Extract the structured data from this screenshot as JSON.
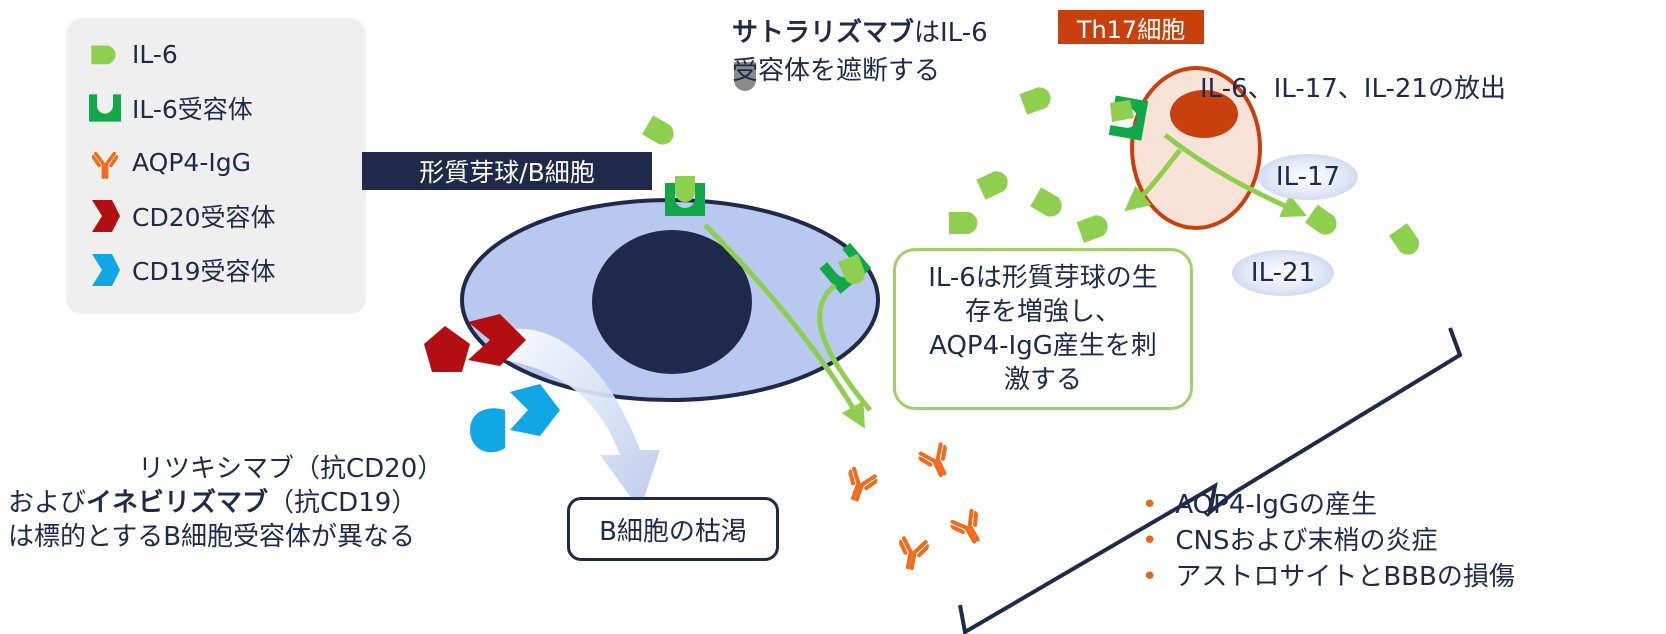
{
  "legend": {
    "il6": "IL-6",
    "il6_receptor": "IL-6受容体",
    "aqp4_igg": "AQP4-IgG",
    "cd20_receptor": "CD20受容体",
    "cd19_receptor": "CD19受容体"
  },
  "labels": {
    "plasma_b_cell": "形質芽球/B細胞",
    "th17_cell": "Th17細胞",
    "satralizumab_bold": "サトラリズマブ",
    "satralizumab_rest_1": "はIL-6",
    "satralizumab_line_2": "受容体を遮断する",
    "release": "IL-6、IL-17、IL-21の放出",
    "il17": "IL-17",
    "il21": "IL-21",
    "il6_effect": [
      "IL-6は形質芽球の生",
      "存を増強し、",
      "AQP4-IgG産生を刺",
      "激する"
    ],
    "b_cell_depletion": "B細胞の枯渇",
    "rituximab_line_1": "リツキシマブ（抗CD20）",
    "rituximab_line_2_pre": "および",
    "rituximab_line_2_bold": "イネビリズマブ",
    "rituximab_line_2_post": "（抗CD19）",
    "rituximab_line_3": "は標的とするB細胞受容体が異なる",
    "outcomes": [
      "AQP4-IgGの産生",
      "CNSおよび末梢の炎症",
      "アストロサイトとBBBの損傷"
    ]
  },
  "icons": {
    "il6": "il6-bean-icon",
    "il6_receptor": "il6-receptor-cup-icon",
    "aqp4_igg": "antibody-y-icon",
    "cd20": "cd20-notch-icon",
    "cd19": "cd19-notch-icon",
    "satralizumab": "satralizumab-shield-icon"
  },
  "colors": {
    "navy": "#1f2a4a",
    "il6_green": "#8fcf4f",
    "receptor_green": "#12a84a",
    "antibody_orange": "#f26a1b",
    "cd20_red": "#b30f12",
    "cd19_blue": "#11a7e6",
    "cell_blue": "#b8c8ee",
    "th17_fill": "#f9e2d8",
    "th17_border": "#c8400e",
    "gray": "#8a8a8a"
  }
}
